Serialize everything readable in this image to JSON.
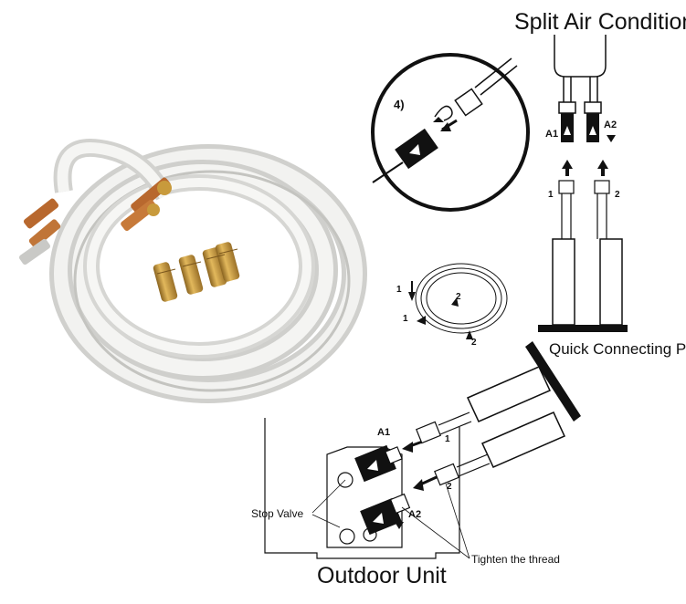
{
  "labels": {
    "indoor_unit": "Split Air Conditioner",
    "quick_pipe": "Quick Connecting Pipe",
    "outdoor_unit": "Outdoor Unit",
    "stop_valve": "Stop Valve",
    "tighten": "Tighten the thread"
  },
  "step": "4)",
  "ports": {
    "a1": "A1",
    "a2": "A2"
  },
  "pipes": {
    "one": "1",
    "two": "2"
  },
  "colors": {
    "tube": "#e8e8e6",
    "brass": "#c89a3c",
    "copper": "#b8682e",
    "ink": "#111111"
  }
}
